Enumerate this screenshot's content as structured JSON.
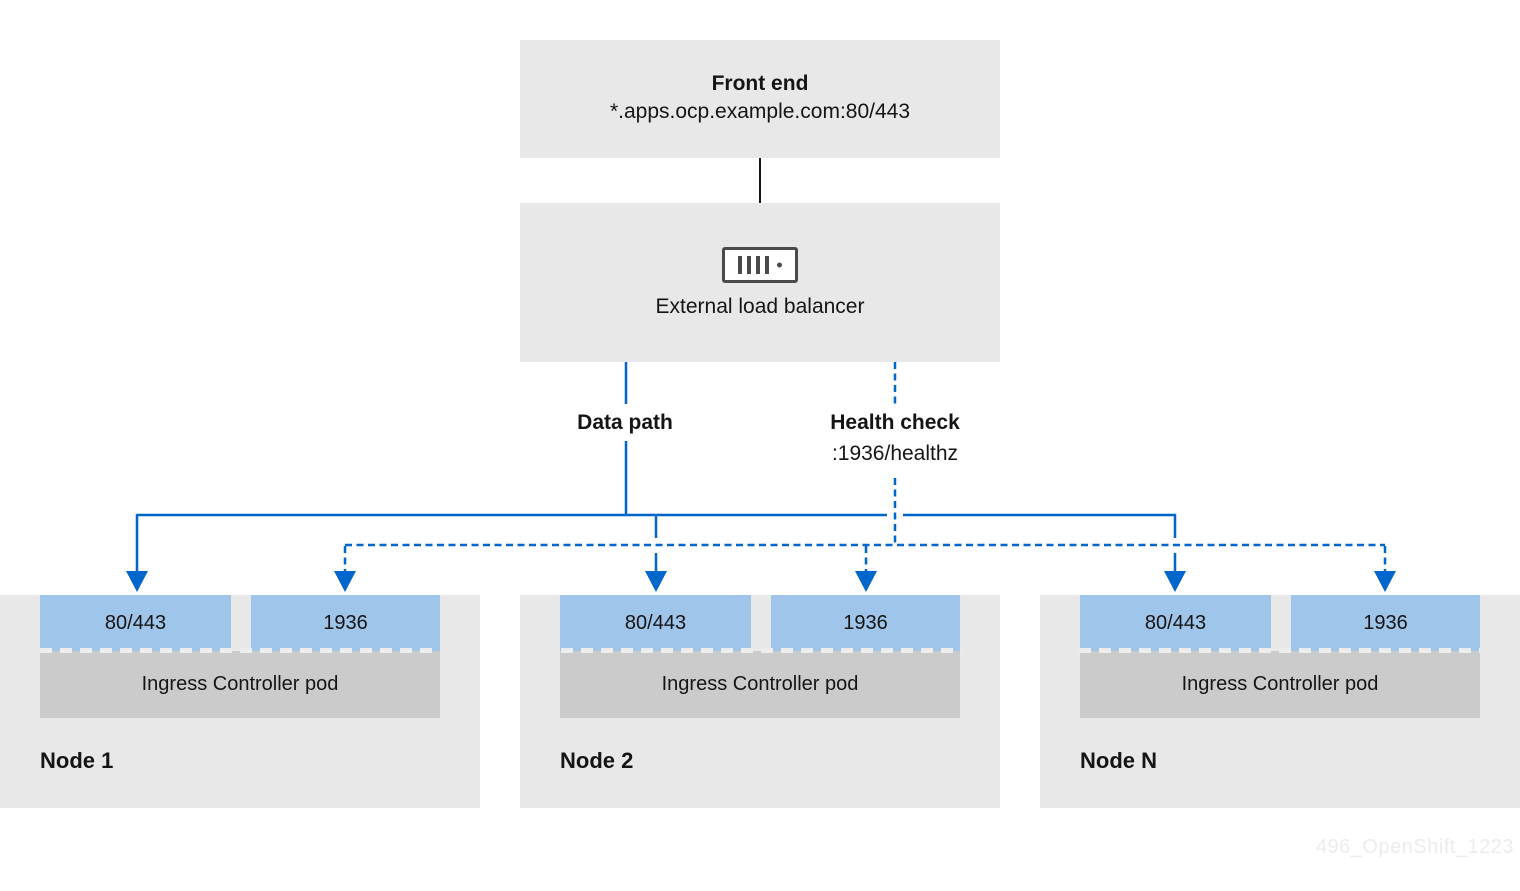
{
  "page": {
    "watermark": "496_OpenShift_1223"
  },
  "colors": {
    "box_gray": "#e8e8e8",
    "pod_gray": "#cbcbcb",
    "port_blue": "#9fc5ea",
    "line_blue": "#0066cc",
    "connector_black": "#151515",
    "icon_gray": "#4a4a4a",
    "pod_dash_white": "#ededed",
    "watermark_gray": "#ececec"
  },
  "frontend": {
    "title": "Front end",
    "subtitle": "*.apps.ocp.example.com:80/443"
  },
  "load_balancer": {
    "icon": "server-icon",
    "label": "External load balancer"
  },
  "paths": {
    "data_path_label": "Data path",
    "health_check_label": "Health check",
    "health_check_endpoint": ":1936/healthz"
  },
  "nodes": [
    {
      "name": "Node 1",
      "ports": [
        "80/443",
        "1936"
      ],
      "pod_label": "Ingress Controller pod"
    },
    {
      "name": "Node 2",
      "ports": [
        "80/443",
        "1936"
      ],
      "pod_label": "Ingress Controller pod"
    },
    {
      "name": "Node N",
      "ports": [
        "80/443",
        "1936"
      ],
      "pod_label": "Ingress Controller pod"
    }
  ]
}
